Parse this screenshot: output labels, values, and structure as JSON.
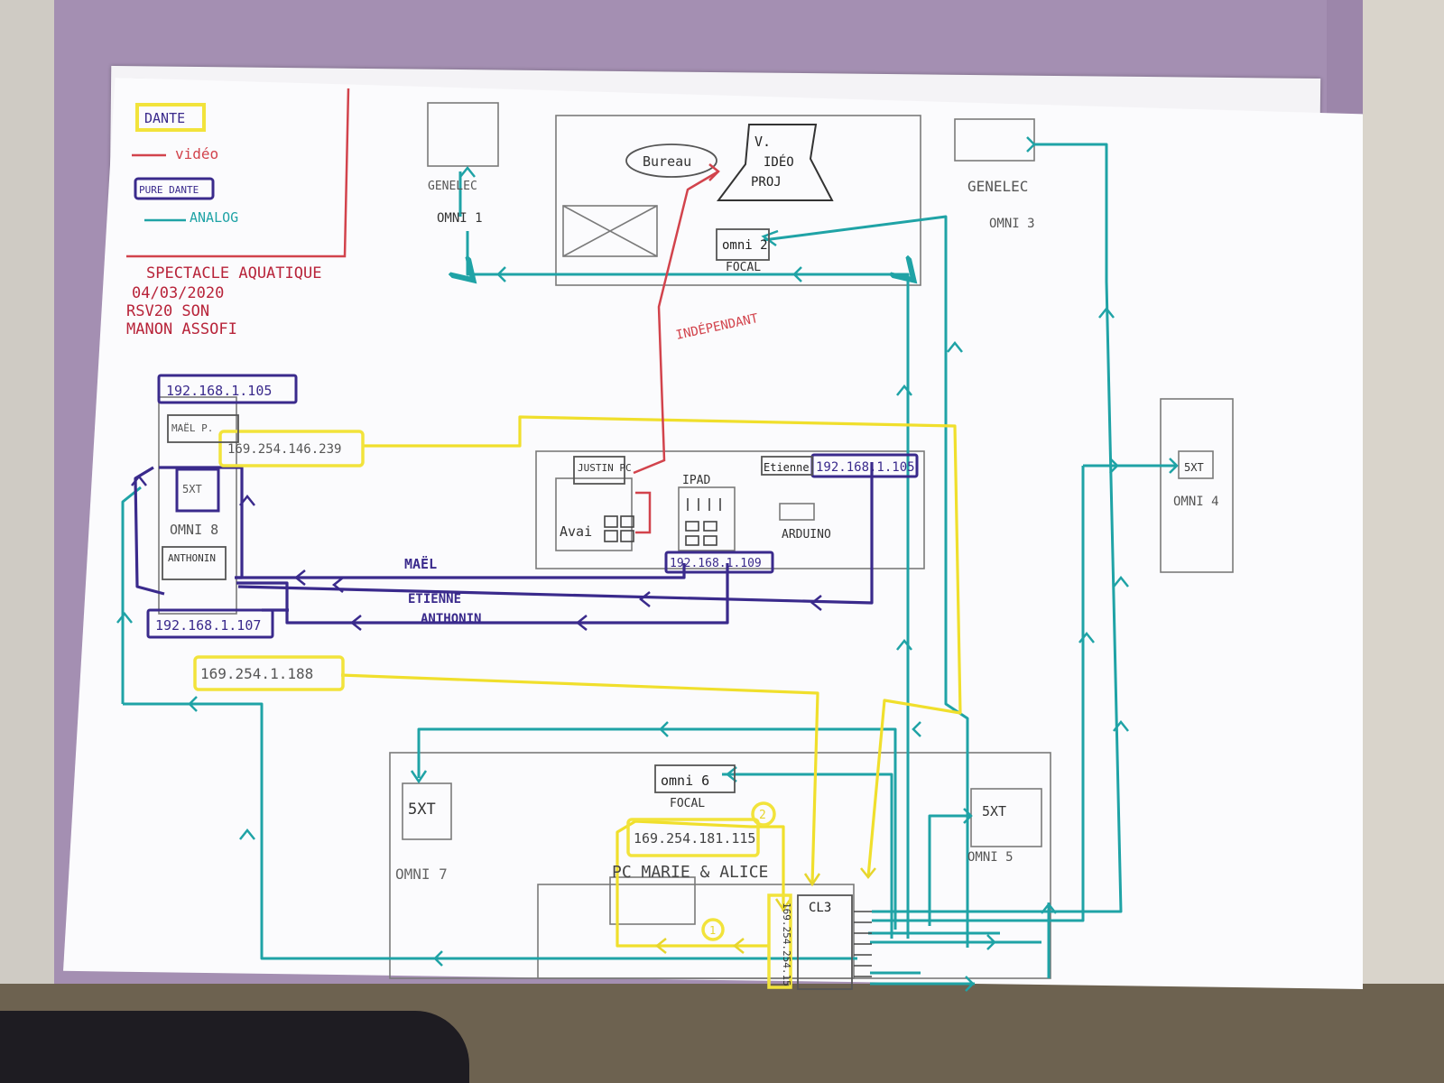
{
  "colors": {
    "dante": "#f2e33b",
    "video": "#d2434c",
    "dante_pure": "#3a2a8c",
    "analog": "#1fa3a6",
    "pencil": "#6a6a6a",
    "title_red": "#b8243a"
  },
  "legend": {
    "dante": "DANTE",
    "video": "vidéo",
    "pure_dante": "PURE DANTE",
    "analog": "ANALOG"
  },
  "title": {
    "line1": "SPECTACLE AQUATIQUE",
    "line2": "04/03/2020",
    "line3": "RSV20 SON",
    "line4": "MANON ASSOFI"
  },
  "devices": {
    "genelec_left": "GENELEC",
    "omni1": "OMNI 1",
    "bureau": "Bureau",
    "video_proj_1": "V.",
    "video_proj_2": "IDÉO",
    "video_proj_3": "PROJ",
    "omni2": "omni 2",
    "focal_top": "FOCAL",
    "genelec_right": "GENELEC",
    "omni3": "OMNI 3",
    "independant": "INDÉPENDANT",
    "ip_top_left": "192.168.1.105",
    "mael_pc": "MAËL P.",
    "ip_dante_left": "169.254.146.239",
    "sxt_left": "5XT",
    "omni8": "OMNI 8",
    "anthonin_box": "ANTHONIN",
    "ip_bottom_left": "192.168.1.107",
    "justin": "JUSTIN PC",
    "avai": "Avai",
    "ipad": "IPAD",
    "etienne_box": "Etienne",
    "ip_etienne": "192.168.1.105",
    "arduino": "ARDUINO",
    "ip_ipad": "192.168.1.109",
    "mael_label": "MAËL",
    "etienne_label": "ETIENNE",
    "anthonin_label": "ANTHONIN",
    "sxt_right": "5XT",
    "omni4": "OMNI 4",
    "ip_dante_188": "169.254.1.188",
    "sxt_bottom": "5XT",
    "omni7": "OMNI 7",
    "omni6": "omni 6",
    "focal_bottom": "FOCAL",
    "num2": "2",
    "ip_dante_115": "169.254.181.115",
    "pc_marie": "PC MARIE & ALICE",
    "num1": "1",
    "cl3": "CL3",
    "ip_cl3_vertical": "169.254.254.15",
    "sxt_omni5": "5XT",
    "omni5": "OMNI 5"
  }
}
